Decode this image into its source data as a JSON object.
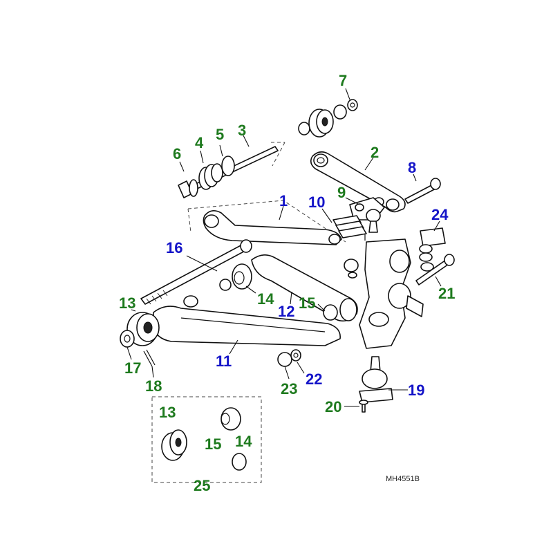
{
  "colors": {
    "green": "#1e7a1e",
    "blue": "#1414c8",
    "line": "#111111"
  },
  "callouts": [
    {
      "id": "c1",
      "text": "1",
      "color": "blue"
    },
    {
      "id": "c2",
      "text": "2",
      "color": "green"
    },
    {
      "id": "c3",
      "text": "3",
      "color": "green"
    },
    {
      "id": "c4",
      "text": "4",
      "color": "green"
    },
    {
      "id": "c5",
      "text": "5",
      "color": "green"
    },
    {
      "id": "c6",
      "text": "6",
      "color": "green"
    },
    {
      "id": "c7",
      "text": "7",
      "color": "green"
    },
    {
      "id": "c8",
      "text": "8",
      "color": "blue"
    },
    {
      "id": "c9",
      "text": "9",
      "color": "green"
    },
    {
      "id": "c10",
      "text": "10",
      "color": "blue"
    },
    {
      "id": "c11",
      "text": "11",
      "color": "blue"
    },
    {
      "id": "c12",
      "text": "12",
      "color": "blue"
    },
    {
      "id": "c13a",
      "text": "13",
      "color": "green"
    },
    {
      "id": "c13b",
      "text": "13",
      "color": "green"
    },
    {
      "id": "c14a",
      "text": "14",
      "color": "green"
    },
    {
      "id": "c14b",
      "text": "14",
      "color": "green"
    },
    {
      "id": "c15a",
      "text": "15",
      "color": "green"
    },
    {
      "id": "c15b",
      "text": "15",
      "color": "green"
    },
    {
      "id": "c16",
      "text": "16",
      "color": "blue"
    },
    {
      "id": "c17",
      "text": "17",
      "color": "green"
    },
    {
      "id": "c18",
      "text": "18",
      "color": "green"
    },
    {
      "id": "c19",
      "text": "19",
      "color": "blue"
    },
    {
      "id": "c20",
      "text": "20",
      "color": "green"
    },
    {
      "id": "c21",
      "text": "21",
      "color": "green"
    },
    {
      "id": "c22",
      "text": "22",
      "color": "blue"
    },
    {
      "id": "c23",
      "text": "23",
      "color": "green"
    },
    {
      "id": "c24",
      "text": "24",
      "color": "blue"
    },
    {
      "id": "c25",
      "text": "25",
      "color": "green"
    }
  ],
  "drawing_code": "MH4551B"
}
